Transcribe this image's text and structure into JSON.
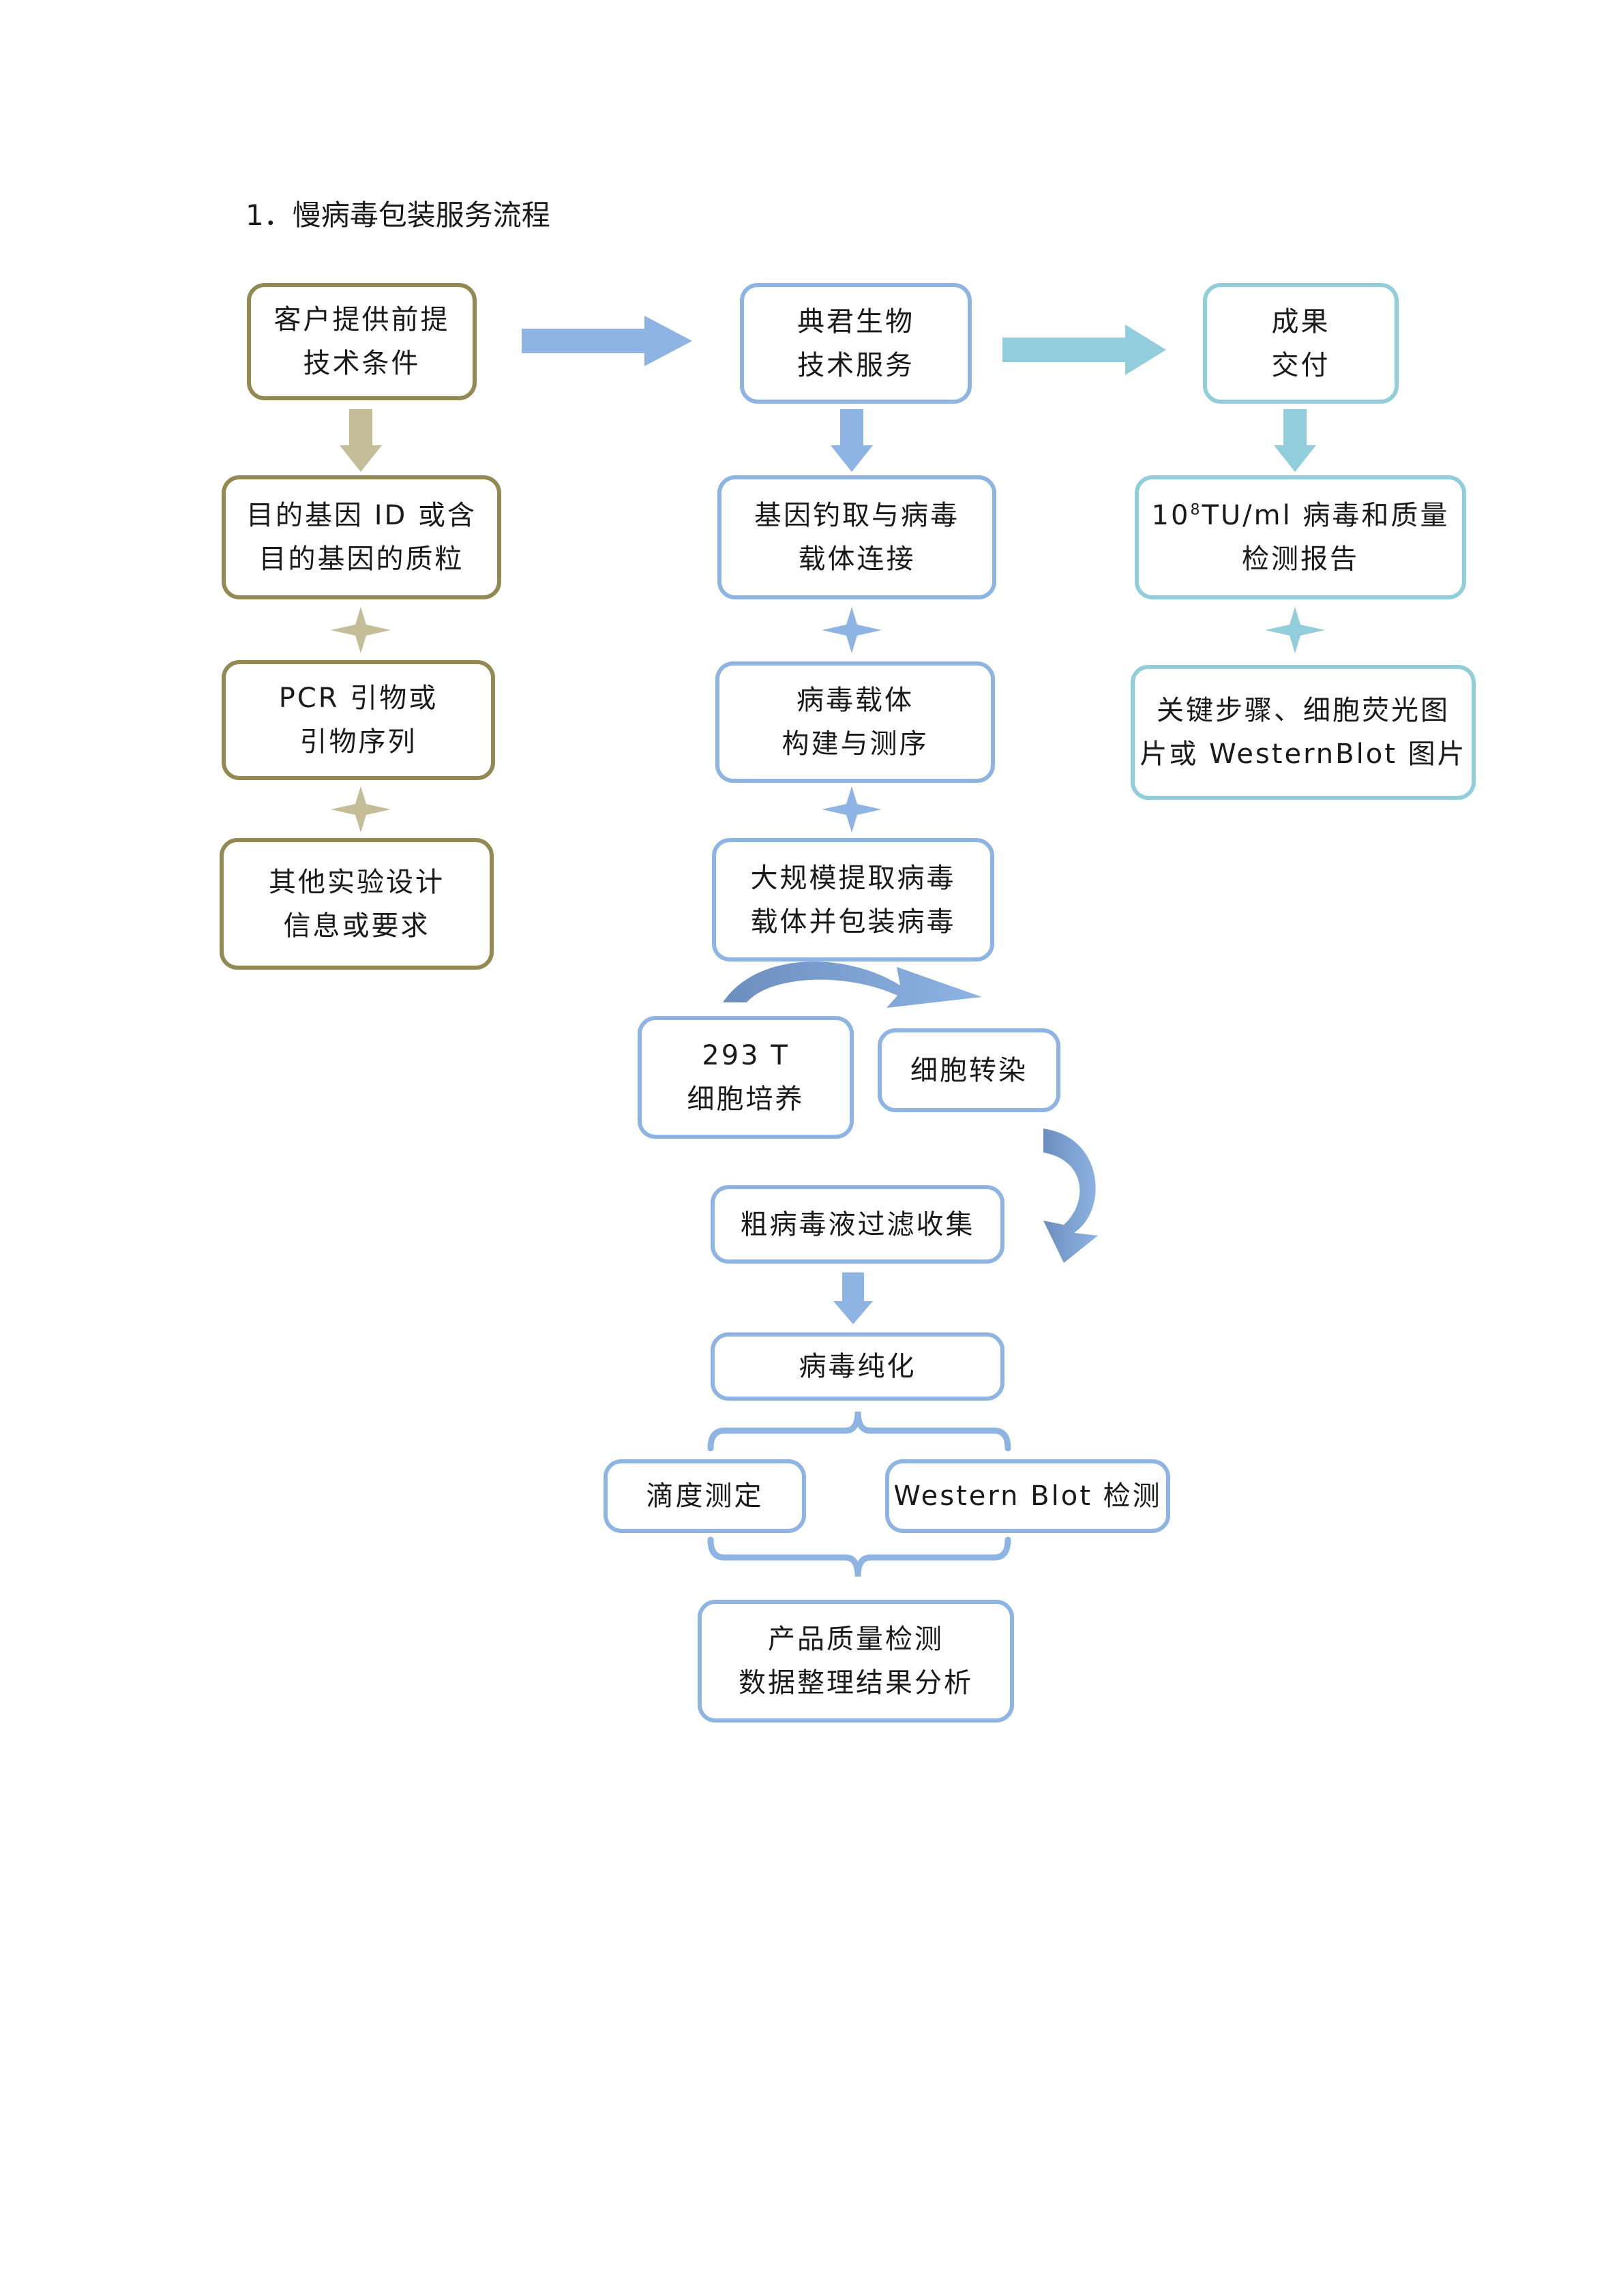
{
  "title": "1．慢病毒包装服务流程",
  "colors": {
    "client": "#938953",
    "client_connector": "#c4bd97",
    "tech": "#8eb4e3",
    "tech_dark": "#6c8ebf",
    "result": "#92cddc"
  },
  "columns": {
    "client": {
      "header": [
        "客户提供前提",
        "技术条件"
      ],
      "steps": [
        [
          "目的基因 ID 或含",
          "目的基因的质粒"
        ],
        [
          "PCR 引物或",
          "引物序列"
        ],
        [
          "其他实验设计",
          "信息或要求"
        ]
      ]
    },
    "tech": {
      "header": [
        "典君生物",
        "技术服务"
      ],
      "steps": [
        [
          "基因钓取与病毒",
          "载体连接"
        ],
        [
          "病毒载体",
          "构建与测序"
        ],
        [
          "大规模提取病毒",
          "载体并包装病毒"
        ]
      ]
    },
    "result": {
      "header": [
        "成果",
        "交付"
      ],
      "report": {
        "base": "10",
        "exponent": "8",
        "line1_rest": "TU/ml 病毒和质量",
        "line2": "检测报告"
      },
      "images": [
        "关键步骤、细胞荧光图",
        "片或 WesternBlot 图片"
      ]
    }
  },
  "process": {
    "cell_culture": [
      "293 T",
      "细胞培养"
    ],
    "transfection": "细胞转染",
    "collection": "粗病毒液过滤收集",
    "purification": "病毒纯化",
    "titer": "滴度测定",
    "western_blot": "Western Blot 检测",
    "final": [
      "产品质量检测",
      "数据整理结果分析"
    ]
  },
  "icons": {
    "arrow_right": "arrow-right-icon",
    "arrow_down": "arrow-down-icon",
    "star_connector": "four-point-star-icon",
    "curved_arrow": "curved-arrow-icon",
    "brace": "curly-brace-icon"
  }
}
